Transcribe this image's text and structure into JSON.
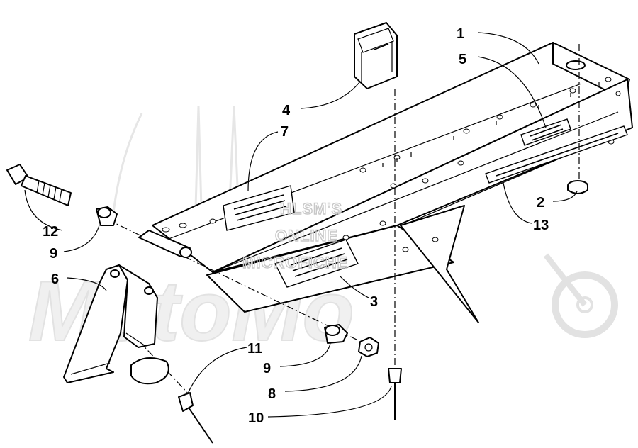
{
  "watermark": {
    "line1": "HLSM'S",
    "line2": "ONLINE",
    "line3": "MICROFICHE",
    "background_logo": "MotoMo"
  },
  "callouts": [
    {
      "id": "1",
      "label": "1"
    },
    {
      "id": "2",
      "label": "2"
    },
    {
      "id": "3",
      "label": "3"
    },
    {
      "id": "4",
      "label": "4"
    },
    {
      "id": "5",
      "label": "5"
    },
    {
      "id": "6",
      "label": "6"
    },
    {
      "id": "7",
      "label": "7"
    },
    {
      "id": "8",
      "label": "8"
    },
    {
      "id": "9a",
      "label": "9"
    },
    {
      "id": "9b",
      "label": "9"
    },
    {
      "id": "10",
      "label": "10"
    },
    {
      "id": "11",
      "label": "11"
    },
    {
      "id": "12",
      "label": "12"
    },
    {
      "id": "13",
      "label": "13"
    }
  ],
  "parts_depicted": [
    "tunnel-chassis-plate",
    "decal-rear",
    "decal-front",
    "reflective-strip",
    "clip",
    "bracket",
    "bolt",
    "bushing",
    "bushing",
    "nut",
    "rivet",
    "rivet",
    "cap-washer",
    "grommet"
  ]
}
